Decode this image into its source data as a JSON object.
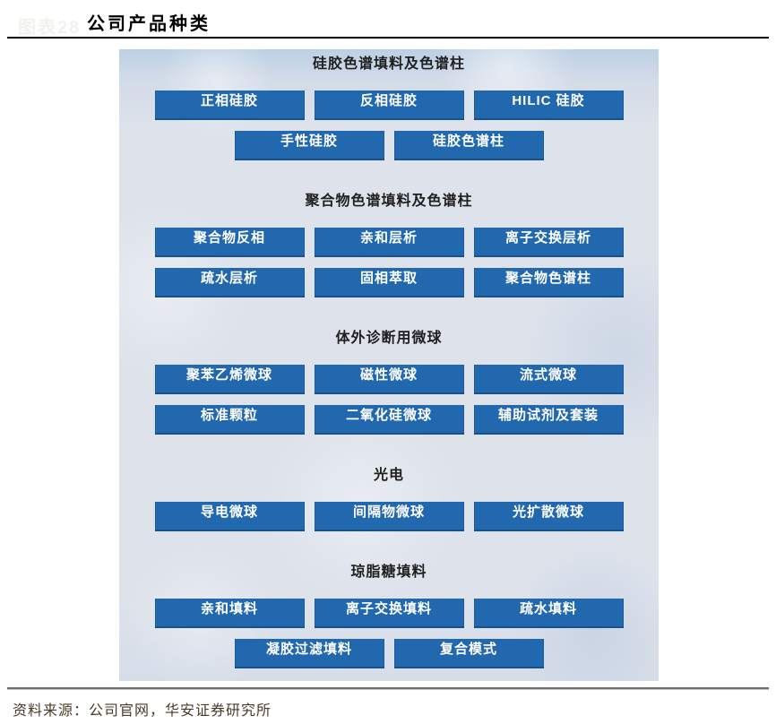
{
  "header": {
    "figure_label": "图表28",
    "title": "公司产品种类"
  },
  "diagram": {
    "sections": [
      {
        "title": "硅胶色谱填料及色谱柱",
        "rows": [
          [
            "正相硅胶",
            "反相硅胶",
            "HILIC 硅胶"
          ],
          [
            "手性硅胶",
            "硅胶色谱柱"
          ]
        ]
      },
      {
        "title": "聚合物色谱填料及色谱柱",
        "rows": [
          [
            "聚合物反相",
            "亲和层析",
            "离子交换层析"
          ],
          [
            "疏水层析",
            "固相萃取",
            "聚合物色谱柱"
          ]
        ]
      },
      {
        "title": "体外诊断用微球",
        "rows": [
          [
            "聚苯乙烯微球",
            "磁性微球",
            "流式微球"
          ],
          [
            "标准颗粒",
            "二氧化硅微球",
            "辅助试剂及套装"
          ]
        ]
      },
      {
        "title": "光电",
        "rows": [
          [
            "导电微球",
            "间隔物微球",
            "光扩散微球"
          ]
        ]
      },
      {
        "title": "琼脂糖填料",
        "rows": [
          [
            "亲和填料",
            "离子交换填料",
            "疏水填料"
          ],
          [
            "凝胶过滤填料",
            "复合模式"
          ]
        ]
      }
    ]
  },
  "footer": {
    "source": "资料来源：公司官网，华安证券研究所"
  },
  "colors": {
    "button_blue": "#2268af",
    "panel_background": "#dde2eb",
    "footer_text": "#4a3a28"
  }
}
